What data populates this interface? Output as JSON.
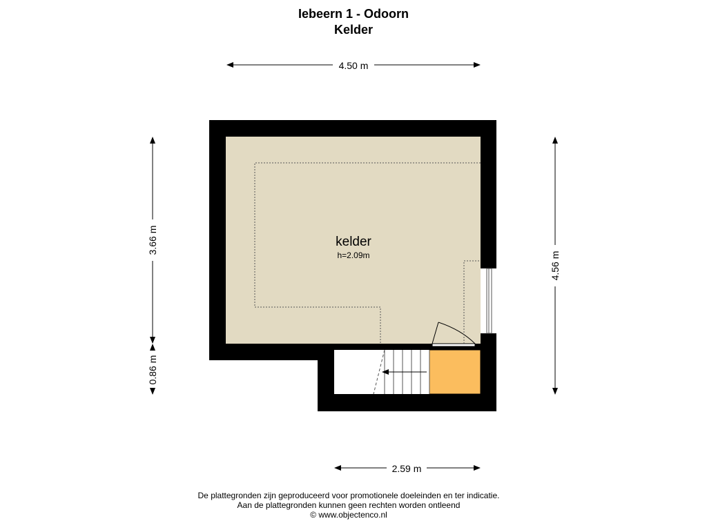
{
  "header": {
    "title_line1": "Iebeern 1 - Odoorn",
    "title_line2": "Kelder"
  },
  "dimensions": {
    "top_width": "4.50 m",
    "bottom_width": "2.59 m",
    "left_upper_height": "3.66 m",
    "left_lower_height": "0.86 m",
    "right_height": "4.56 m"
  },
  "room": {
    "name": "kelder",
    "height_note": "h=2.09m"
  },
  "footer": {
    "line1": "De plattegronden zijn geproduceerd voor promotionele doeleinden en ter indicatie.",
    "line2": "Aan de plattegronden kunnen geen rechten worden ontleend",
    "line3": "© www.objectenco.nl"
  },
  "colors": {
    "wall": "#000000",
    "floor": "#e2dac2",
    "stair_landing": "#fbbd5e",
    "background": "#ffffff"
  }
}
